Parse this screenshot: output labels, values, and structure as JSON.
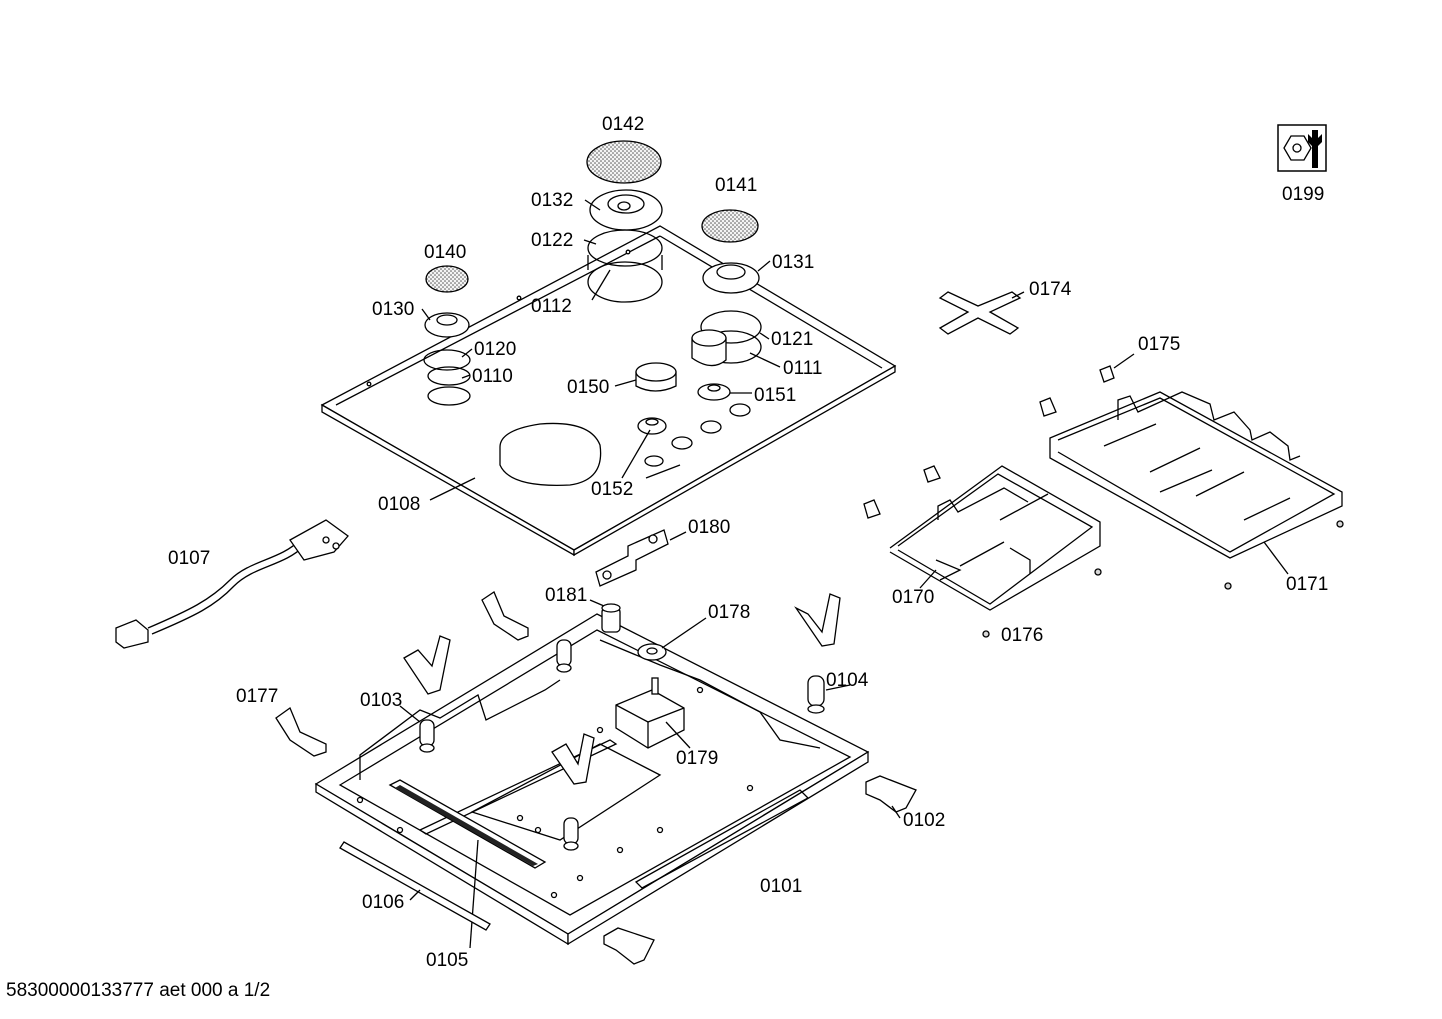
{
  "labels": {
    "p0142": "0142",
    "p0132": "0132",
    "p0141": "0141",
    "p0122": "0122",
    "p0131": "0131",
    "p0140": "0140",
    "p0112": "0112",
    "p0130": "0130",
    "p0121": "0121",
    "p0120": "0120",
    "p0111": "0111",
    "p0110": "0110",
    "p0150": "0150",
    "p0151": "0151",
    "p0152": "0152",
    "p0108": "0108",
    "p0180": "0180",
    "p0107": "0107",
    "p0181": "0181",
    "p0178": "0178",
    "p0104": "0104",
    "p0177": "0177",
    "p0103": "0103",
    "p0179": "0179",
    "p0102": "0102",
    "p0106": "0106",
    "p0101": "0101",
    "p0105": "0105",
    "p0174": "0174",
    "p0175": "0175",
    "p0170": "0170",
    "p0171": "0171",
    "p0176": "0176",
    "p0199": "0199"
  },
  "footer": "58300000133777 aet 000 a 1/2",
  "icons": {
    "service": "wrench-nut-icon"
  }
}
